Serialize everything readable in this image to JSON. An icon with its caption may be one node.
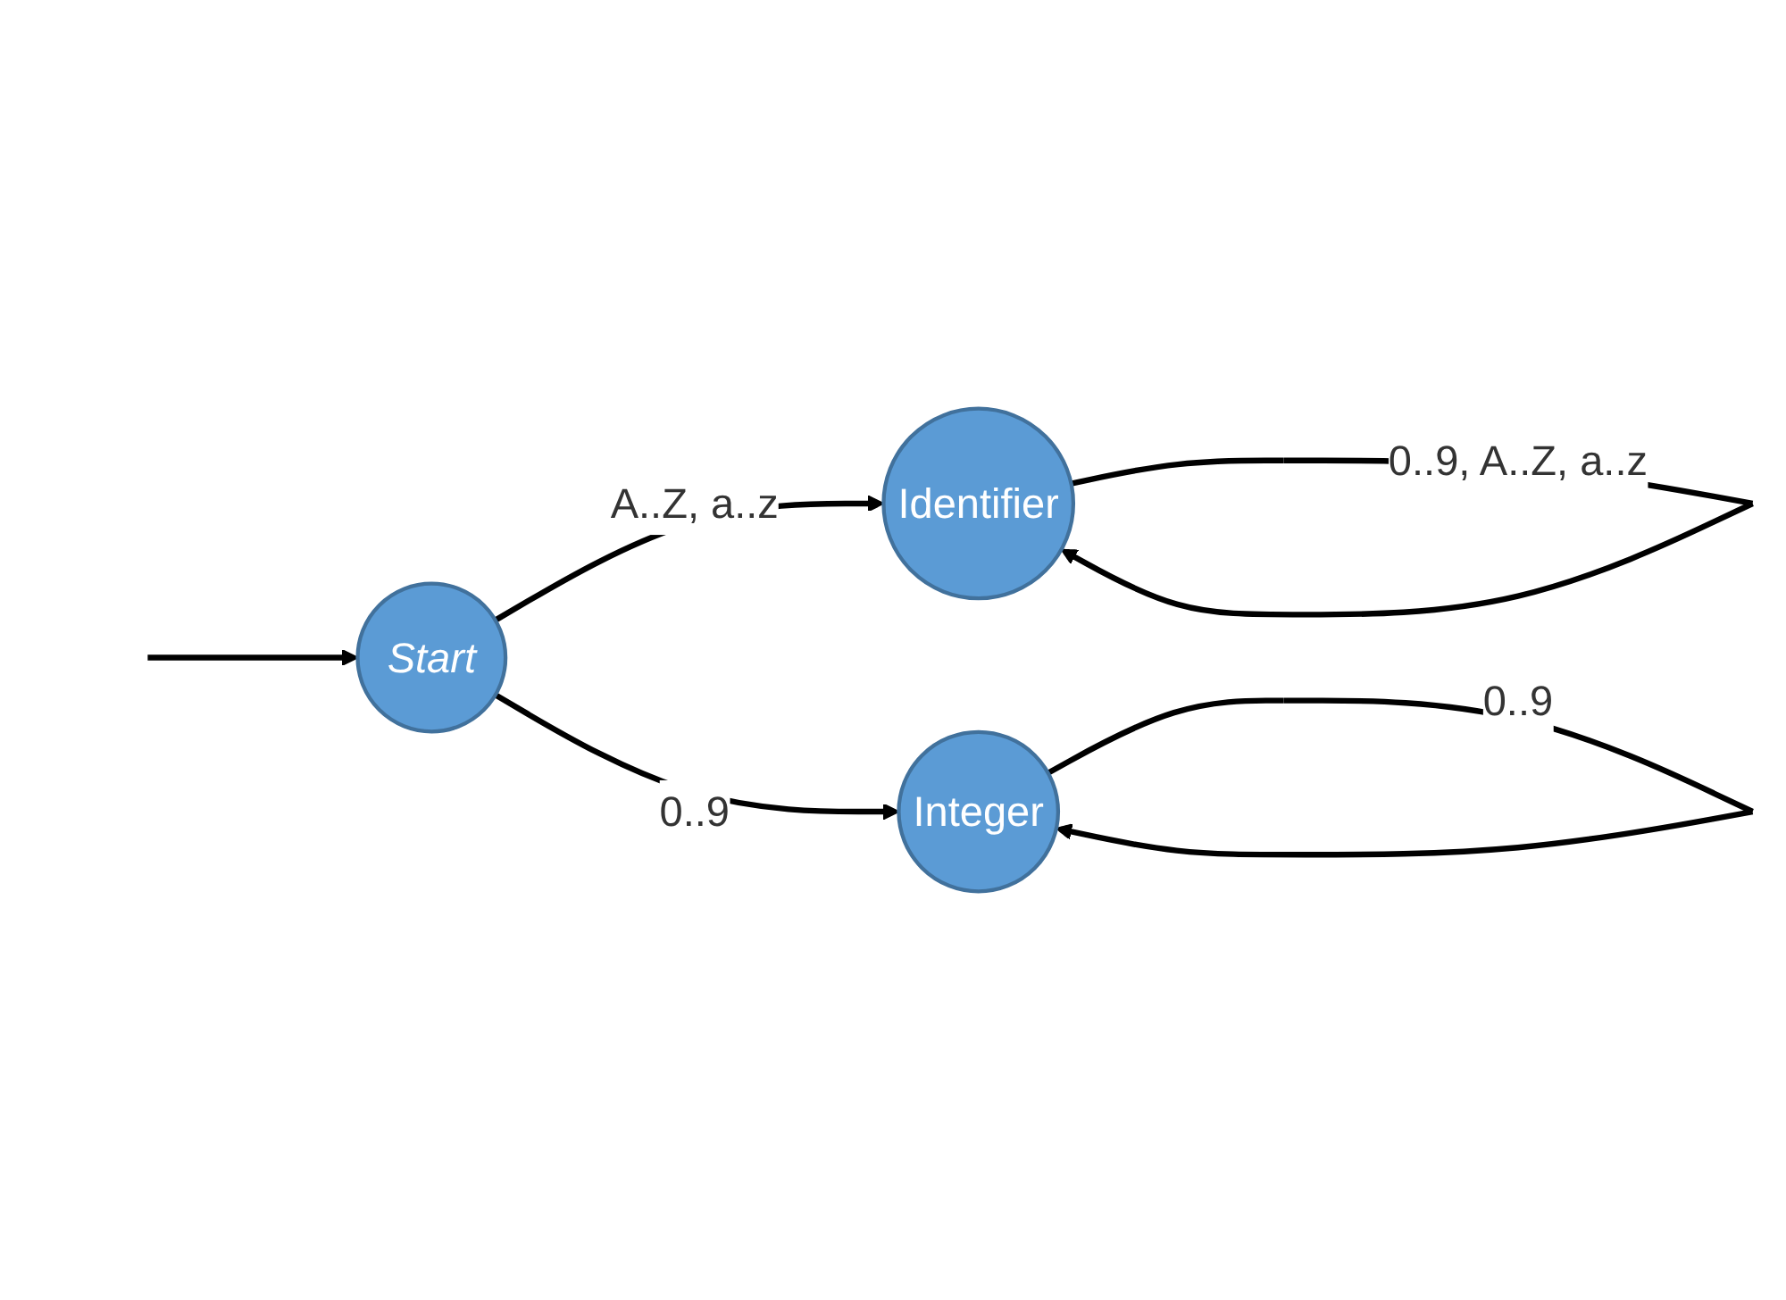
{
  "diagram": {
    "nodes": [
      {
        "text": [
          "Start"
        ]
      },
      {
        "text": [
          "Identifier"
        ]
      },
      {
        "text": [
          "Integer"
        ]
      }
    ],
    "edges": [
      {
        "from": null,
        "to": 0,
        "arrow": "to"
      },
      {
        "from": 0,
        "to": 1,
        "arrow": "to",
        "label": "A..Z, a..z"
      },
      {
        "from": 0,
        "to": 2,
        "arrow": "to",
        "label": "0..9"
      },
      {
        "from": 1,
        "to": 1,
        "arrow": "to",
        "label": "0..9, A..Z, a..z"
      },
      {
        "from": 2,
        "to": 2,
        "arrow": "to",
        "label": "0..9"
      }
    ]
  }
}
